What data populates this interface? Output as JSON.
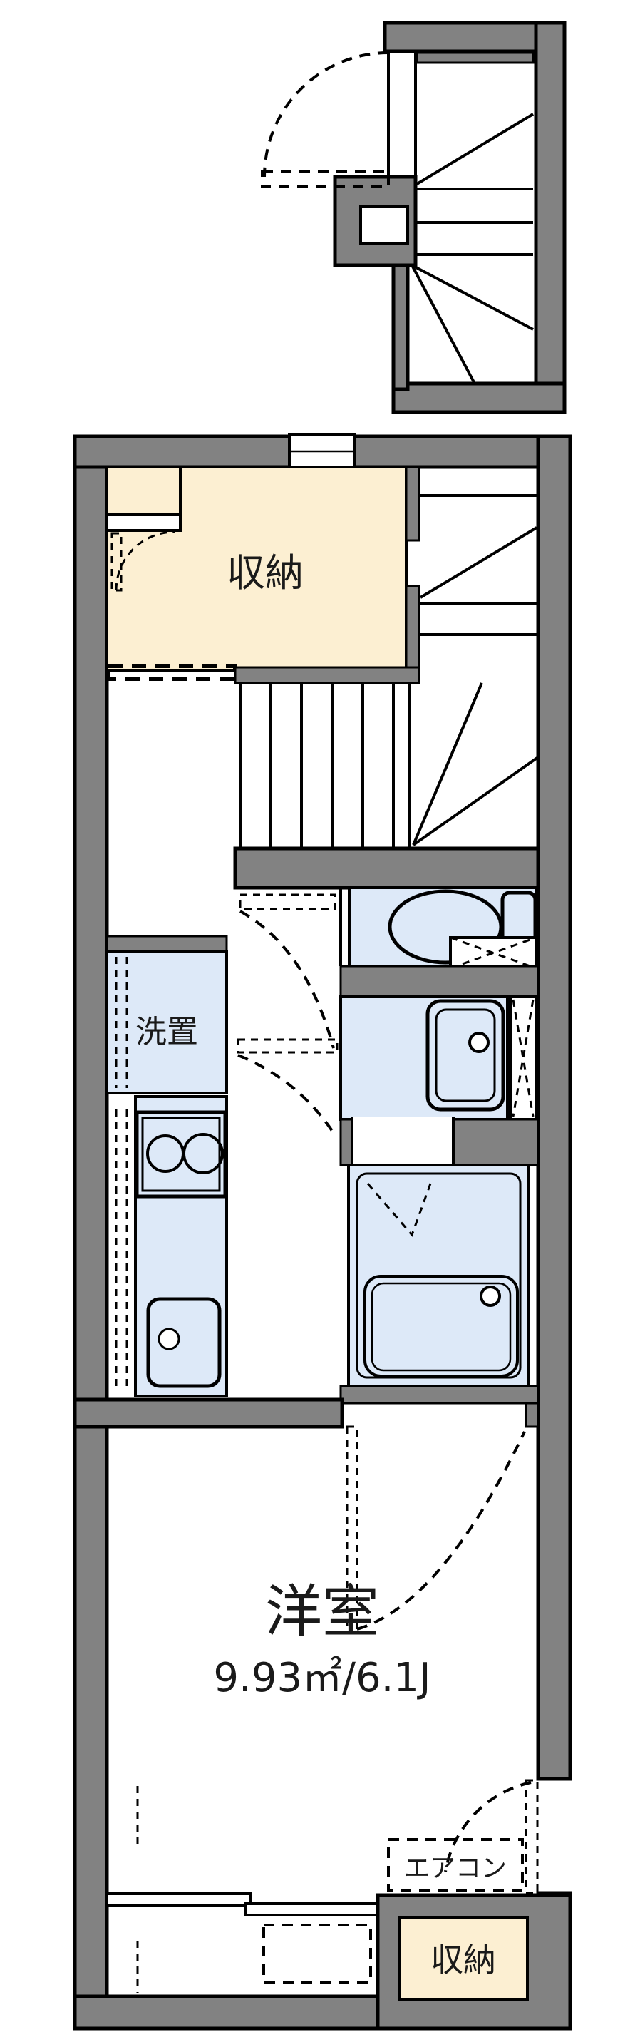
{
  "labels": {
    "storage_upper": "収納",
    "laundry": "洗置",
    "room_name": "洋室",
    "room_area": "9.93㎡/6.1J",
    "aircon": "エアコン",
    "storage_lower": "収納"
  },
  "colors": {
    "wall": "#828282",
    "outline": "#000000",
    "storage_fill": "#fcefd2",
    "wet_fill": "#dde9f8",
    "floor": "#ffffff"
  }
}
